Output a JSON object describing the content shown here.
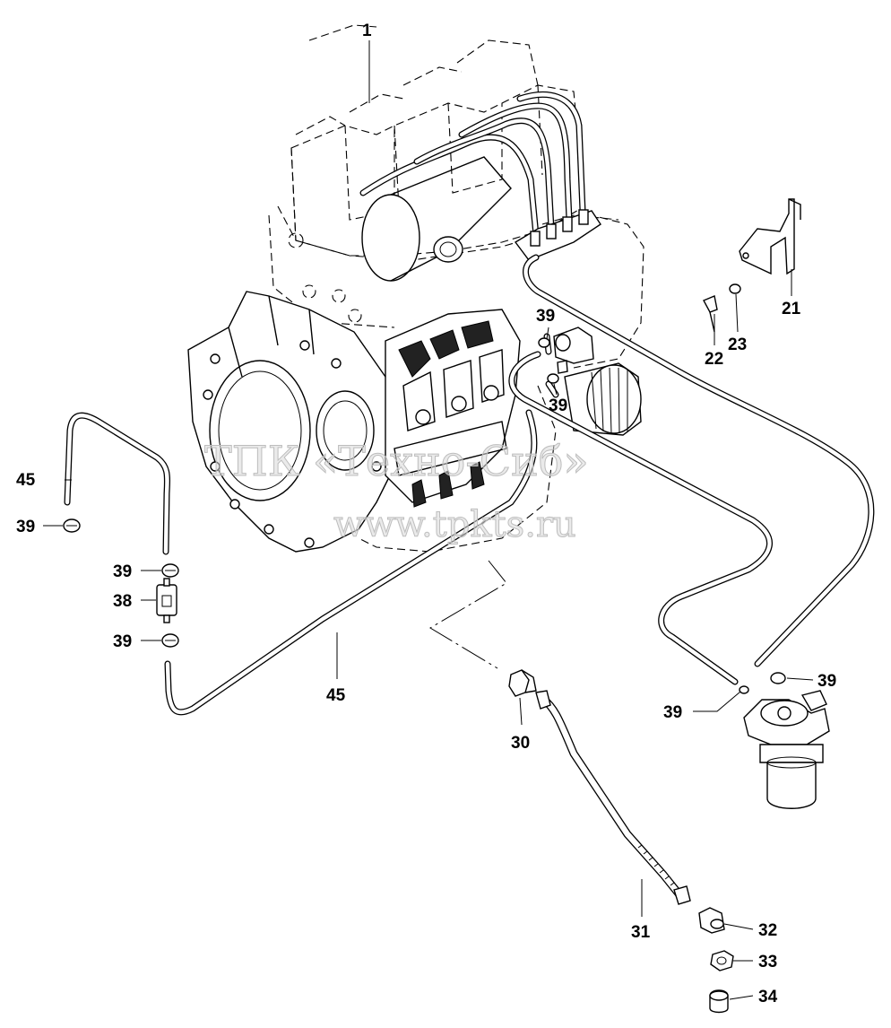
{
  "watermark": {
    "line1": "ТПК «Техно-Сиб»",
    "line2": "www.tpkts.ru"
  },
  "callouts": [
    {
      "id": "c1",
      "label": "1"
    },
    {
      "id": "c21",
      "label": "21"
    },
    {
      "id": "c22",
      "label": "22"
    },
    {
      "id": "c23",
      "label": "23"
    },
    {
      "id": "c39a",
      "label": "39"
    },
    {
      "id": "c39b",
      "label": "39"
    },
    {
      "id": "c45a",
      "label": "45"
    },
    {
      "id": "c39c",
      "label": "39"
    },
    {
      "id": "c39d",
      "label": "39"
    },
    {
      "id": "c38",
      "label": "38"
    },
    {
      "id": "c39e",
      "label": "39"
    },
    {
      "id": "c45b",
      "label": "45"
    },
    {
      "id": "c30",
      "label": "30"
    },
    {
      "id": "c39f",
      "label": "39"
    },
    {
      "id": "c39g",
      "label": "39"
    },
    {
      "id": "c31",
      "label": "31"
    },
    {
      "id": "c32",
      "label": "32"
    },
    {
      "id": "c33",
      "label": "33"
    },
    {
      "id": "c34",
      "label": "34"
    }
  ],
  "colors": {
    "line": "#000000",
    "background": "#ffffff",
    "watermark": "#d9d9d9"
  }
}
